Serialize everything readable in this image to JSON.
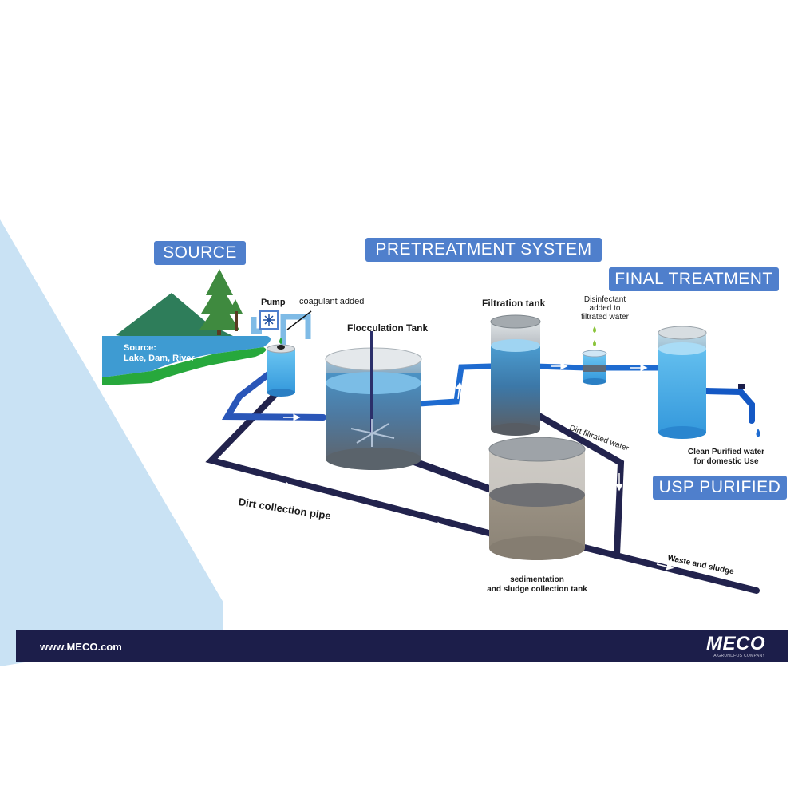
{
  "sections": {
    "source": "SOURCE",
    "pretreatment": "PRETREATMENT SYSTEM",
    "final": "FINAL TREATMENT",
    "usp": "USP PURIFIED"
  },
  "labels": {
    "source_title": "Source:",
    "source_detail": "Lake, Dam, River",
    "pump": "Pump",
    "coagulant": "coagulant added",
    "flocculation": "Flocculation Tank",
    "filtration": "Filtration tank",
    "disinfectant_1": "Disinfectant",
    "disinfectant_2": "added to",
    "disinfectant_3": "filtrated water",
    "dirt_filtrated": "Dirt filtrated water",
    "clean_1": "Clean Purified water",
    "clean_2": "for domestic Use",
    "dirt_pipe": "Dirt collection pipe",
    "waste": "Waste and sludge",
    "sediment_1": "sedimentation",
    "sediment_2": "and sludge collection tank"
  },
  "footer": {
    "url": "www.MECO.com",
    "brand": "MECO",
    "tagline": "A GRUNDFOS COMPANY"
  },
  "colors": {
    "section_bg": "#4f7fcc",
    "footer_bg": "#1c1e4a",
    "pipe_blue": "#1e6bd0",
    "pipe_dark": "#22234d",
    "water": "#3aa0dc",
    "grass": "#27a83c",
    "mountain": "#2e7d5a"
  }
}
